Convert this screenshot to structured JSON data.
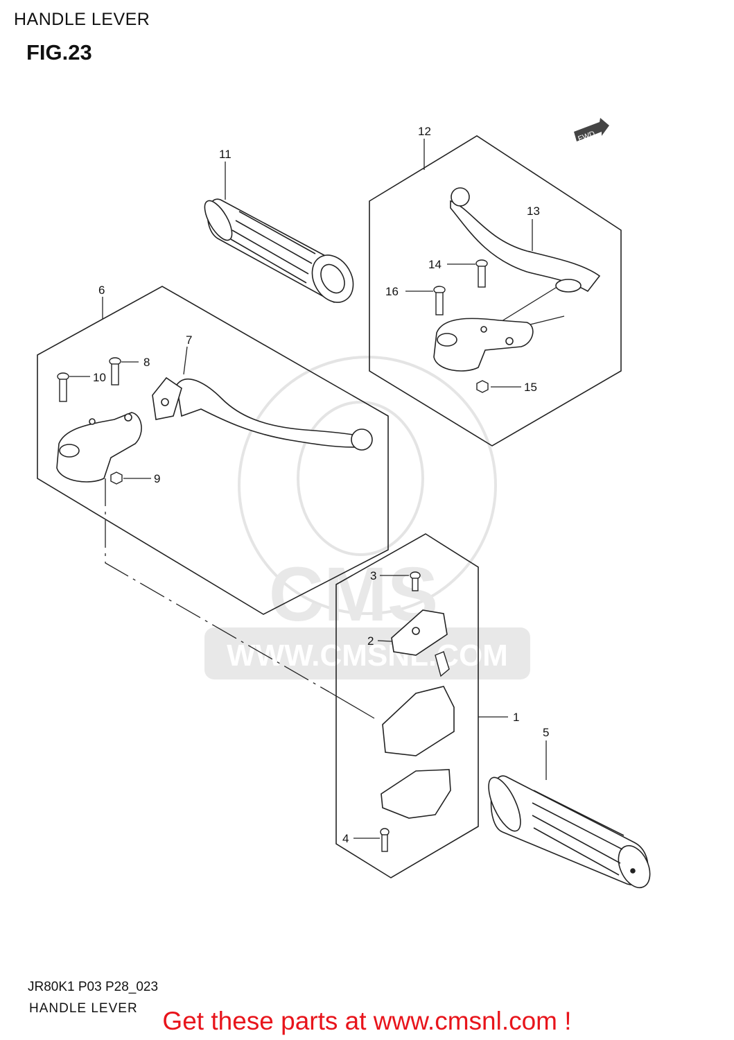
{
  "header": {
    "title": "HANDLE LEVER",
    "figure": "FIG.23"
  },
  "direction_badge": "FWD",
  "watermark": {
    "logo": "CMS",
    "url": "WWW.CMSNL.COM"
  },
  "callouts": [
    "1",
    "2",
    "3",
    "4",
    "5",
    "6",
    "7",
    "8",
    "9",
    "10",
    "11",
    "12",
    "13",
    "14",
    "15",
    "16"
  ],
  "footer": {
    "code": "JR80K1 P03 P28_023",
    "caption": "HANDLE LEVER",
    "link": "Get these parts at www.cmsnl.com !",
    "link_color": "#e8141b"
  },
  "icons": [
    "fwd-arrow-icon",
    "cms-watermark-logo"
  ]
}
